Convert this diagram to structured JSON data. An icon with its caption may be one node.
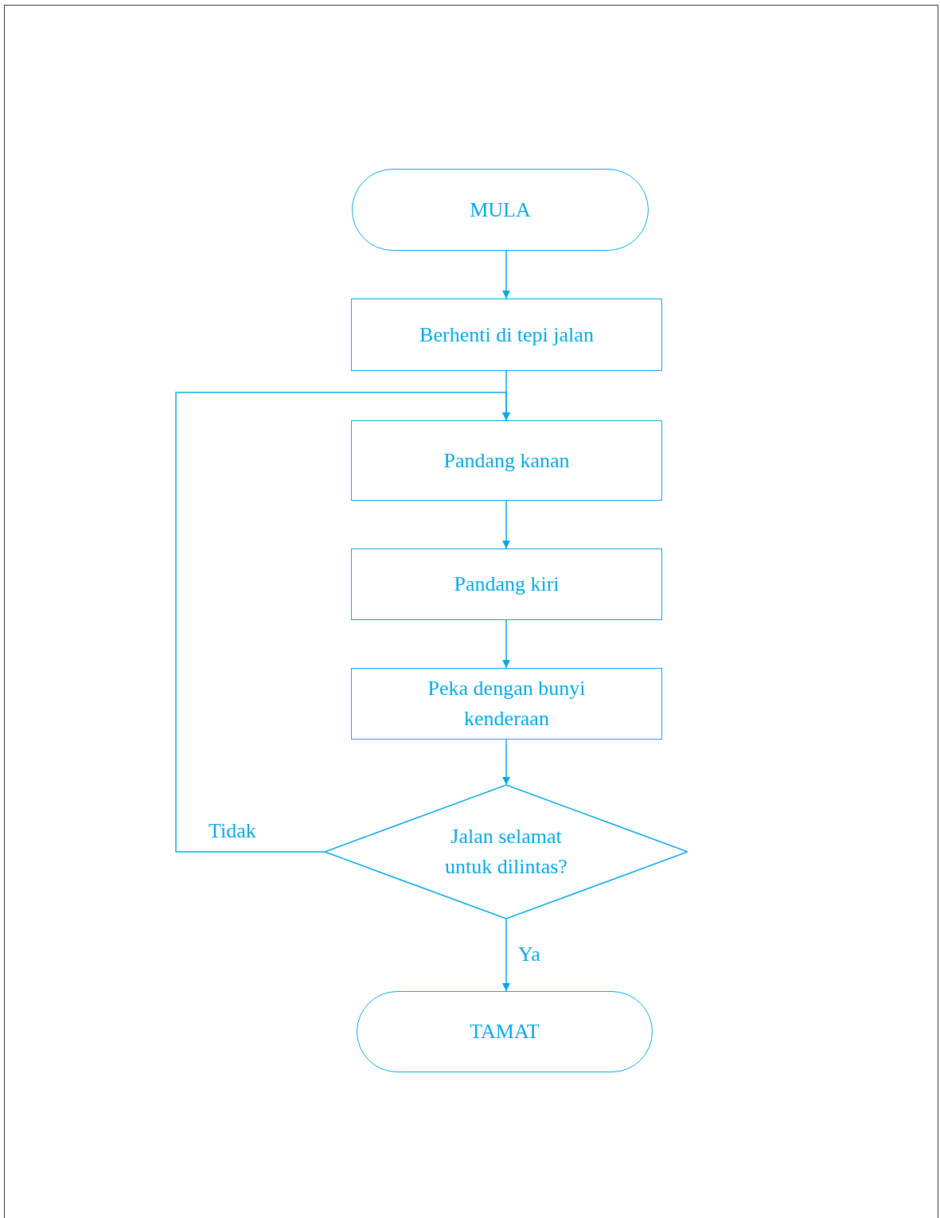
{
  "diagram": {
    "nodes": [
      {
        "text": [
          "MULA"
        ]
      },
      {
        "text": [
          "Berhenti di tepi jalan"
        ]
      },
      {
        "text": [
          "Pandang kanan"
        ]
      },
      {
        "text": [
          "Pandang kiri"
        ]
      },
      {
        "text": [
          "Peka dengan bunyi kenderaan"
        ]
      },
      {
        "text": [
          "Jalan selamat untuk dilintas?"
        ]
      },
      {
        "text": [
          "TAMAT"
        ]
      }
    ],
    "edges": [
      {
        "from": 0,
        "to": 1,
        "arrow": "to"
      },
      {
        "from": 1,
        "to": 2,
        "arrow": "to"
      },
      {
        "from": 2,
        "to": 3,
        "arrow": "to"
      },
      {
        "from": 3,
        "to": 4,
        "arrow": "to"
      },
      {
        "from": 4,
        "to": 5,
        "arrow": "to"
      },
      {
        "from": 5,
        "to": 6,
        "arrow": "to",
        "label": "Ya"
      },
      {
        "from": 5,
        "to": 2,
        "arrow": "to",
        "label": "Tidak"
      }
    ]
  }
}
